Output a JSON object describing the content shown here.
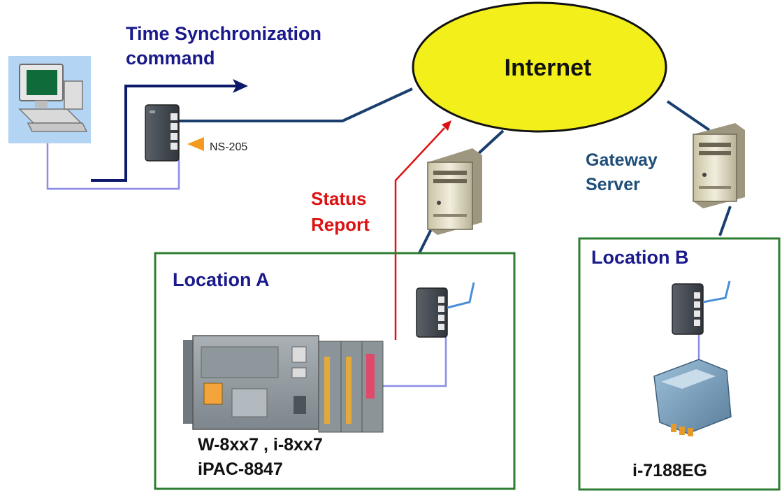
{
  "labels": {
    "time_sync_line1": "Time Synchronization",
    "time_sync_line2": "command",
    "internet": "Internet",
    "ns205": "NS-205",
    "status_line1": "Status",
    "status_line2": "Report",
    "gateway_line1": "Gateway",
    "gateway_line2": "Server",
    "location_a": "Location A",
    "location_b": "Location B",
    "pac_line1": "W-8xx7 , i-8xx7",
    "pac_line2": "iPAC-8847",
    "device_b": "i-7188EG"
  },
  "colors": {
    "command_arrow": "#0d1a6b",
    "status_arrow": "#dd1111",
    "network_line": "#1a3f6e",
    "lan_cable": "#8c8ce6",
    "internet_fill": "#f2ef1a",
    "location_border": "#2e7d32",
    "title_text": "#1a1a8c",
    "gateway_text": "#1f4e79",
    "ns205_marker": "#f39a1f"
  }
}
